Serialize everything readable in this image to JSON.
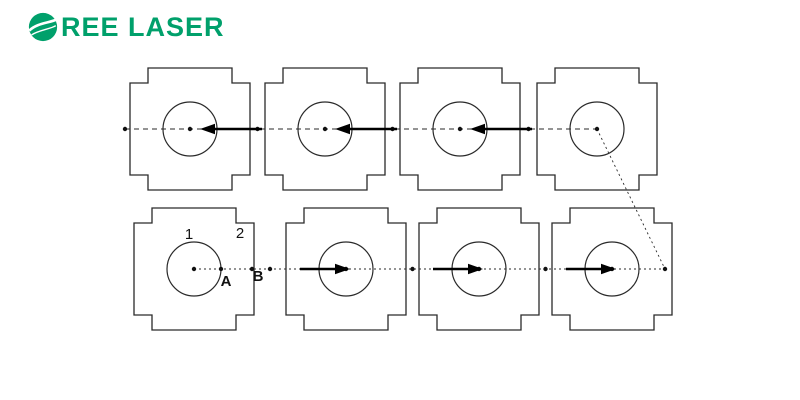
{
  "logo": {
    "text": "REE LASER",
    "full_name": "OREE LASER",
    "color": "#00A06B",
    "icon": "globe-icon"
  },
  "diagram": {
    "labels": {
      "hole": "1",
      "contour": "2",
      "lead_in_a": "A",
      "lead_in_b": "B"
    },
    "rows": [
      {
        "position": "top",
        "parts": 4,
        "arrow_direction": "left"
      },
      {
        "position": "bottom",
        "parts": 4,
        "arrow_direction": "right"
      }
    ],
    "line_color": "#2a2a2a"
  }
}
